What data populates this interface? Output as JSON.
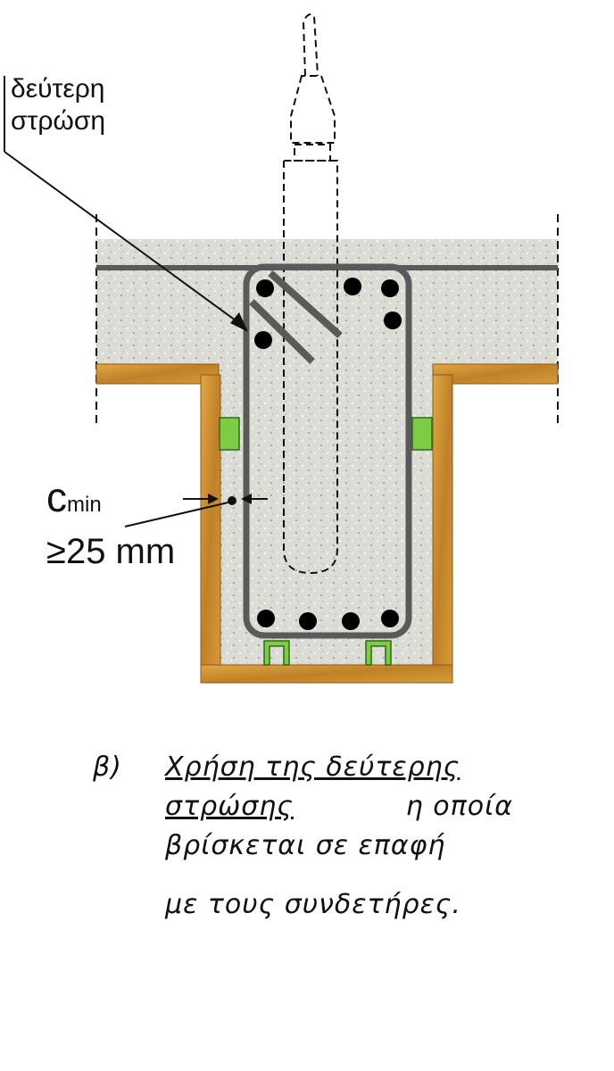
{
  "labels": {
    "second_layer_line1": "δεύτερη",
    "second_layer_line2": "στρώση",
    "cmin_symbol": "c",
    "cmin_subscript": "min",
    "cover_value": "≥25 mm"
  },
  "caption": {
    "marker": "β)",
    "line1_underlined": "Χρήση της δεύτερης",
    "line2_underlined": "στρώσης",
    "line2_rest": "η οποία",
    "line3": "βρίσκεται σε επαφή",
    "line4": "με τους συνδετήρες."
  },
  "colors": {
    "concrete": "#dcdcd6",
    "wood": "#c8902e",
    "rebar": "#5a5a5a",
    "spacer": "#6cc040"
  }
}
